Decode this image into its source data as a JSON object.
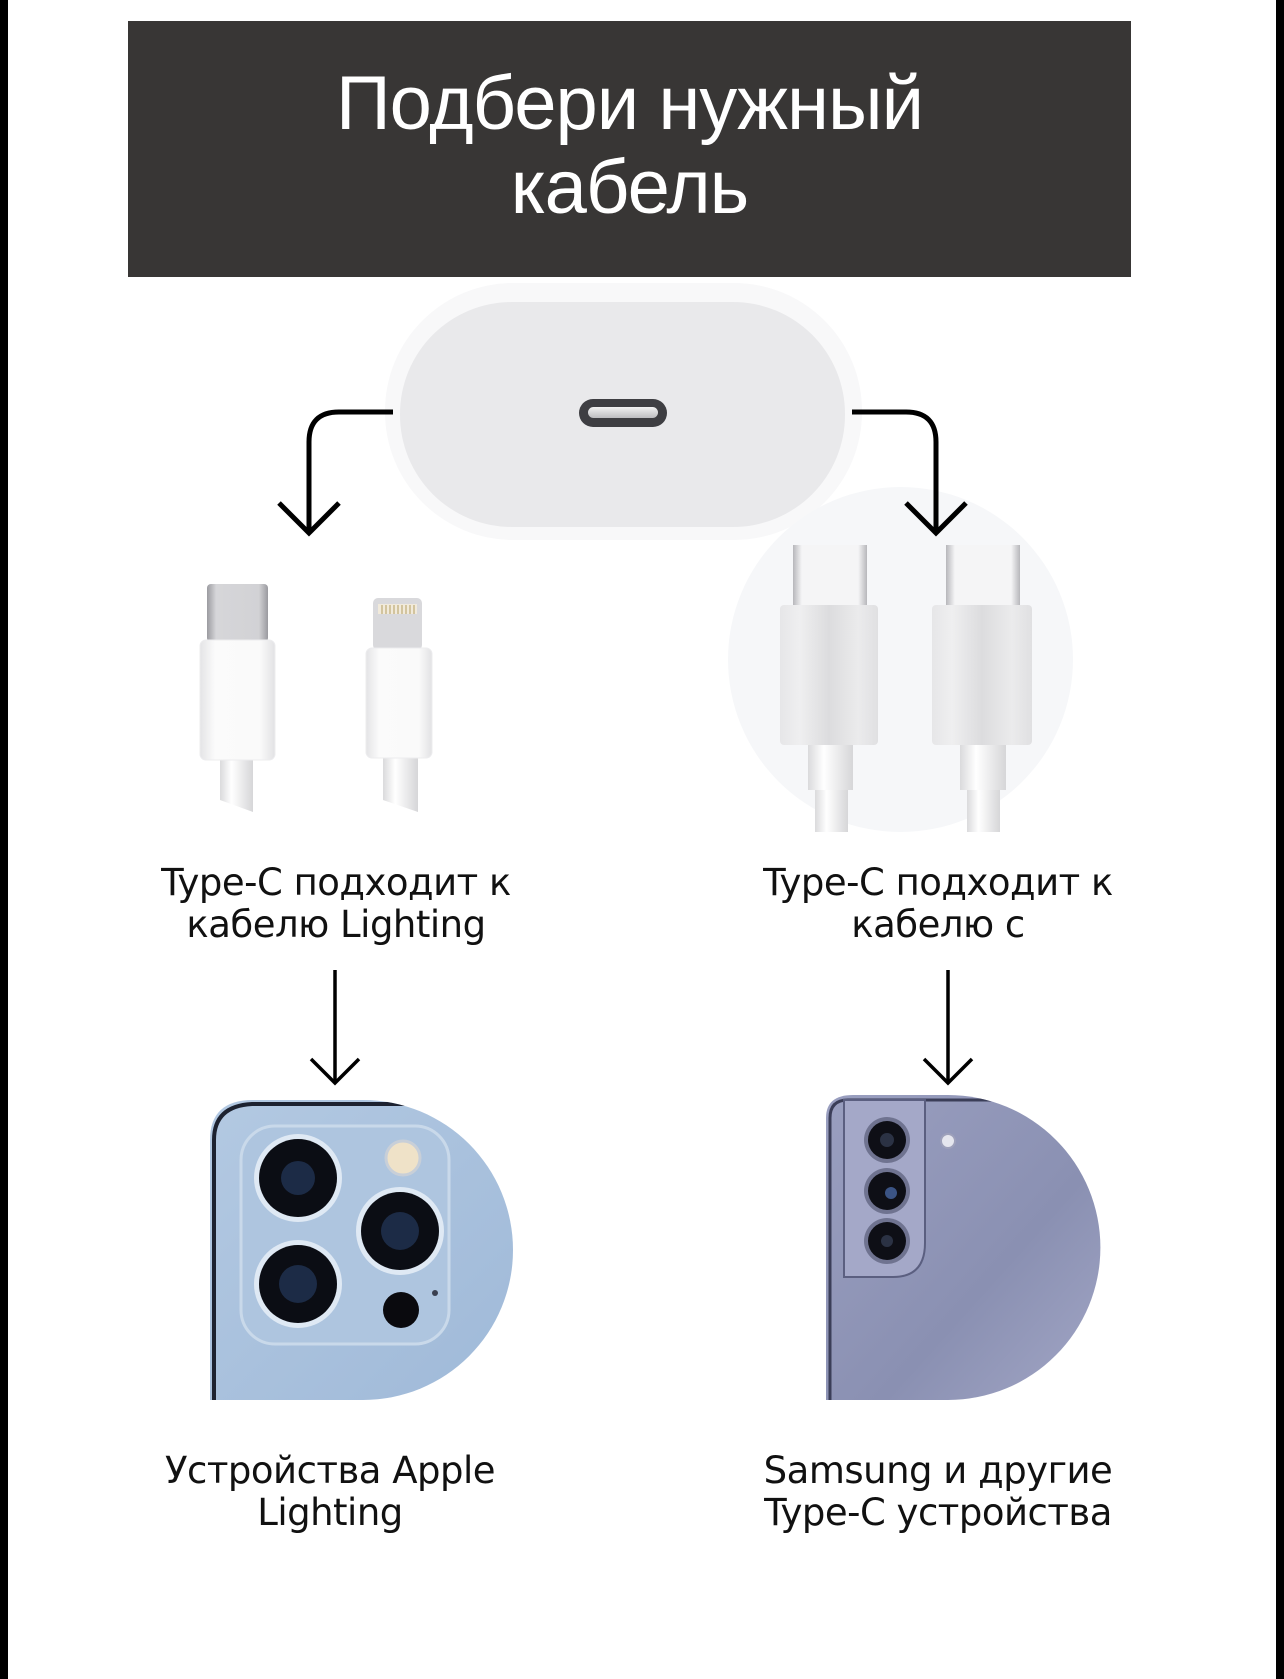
{
  "banner": {
    "title": "Подбери нужный\nкабель",
    "background": "#383635",
    "text_color": "#ffffff"
  },
  "charger": {
    "icon": "usb-c-charger-icon",
    "port": "usb-c-port"
  },
  "left_branch": {
    "cables": [
      "usb-c-plug",
      "lightning-plug"
    ],
    "caption": "Type-C подходит к\nкабелю Lighting",
    "device_icon": "iphone-camera-icon",
    "device_color": "#a9c1dc",
    "device_caption": "Устройства Apple\nLighting"
  },
  "right_branch": {
    "cables": [
      "usb-c-plug",
      "usb-c-plug"
    ],
    "caption": "Type-C подходит к\nкабелю с",
    "device_icon": "samsung-camera-icon",
    "device_color": "#8f94b6",
    "device_caption": "Samsung и другие\nType-C устройства"
  },
  "colors": {
    "arrow": "#000000",
    "text": "#111111",
    "page": "#ffffff"
  }
}
